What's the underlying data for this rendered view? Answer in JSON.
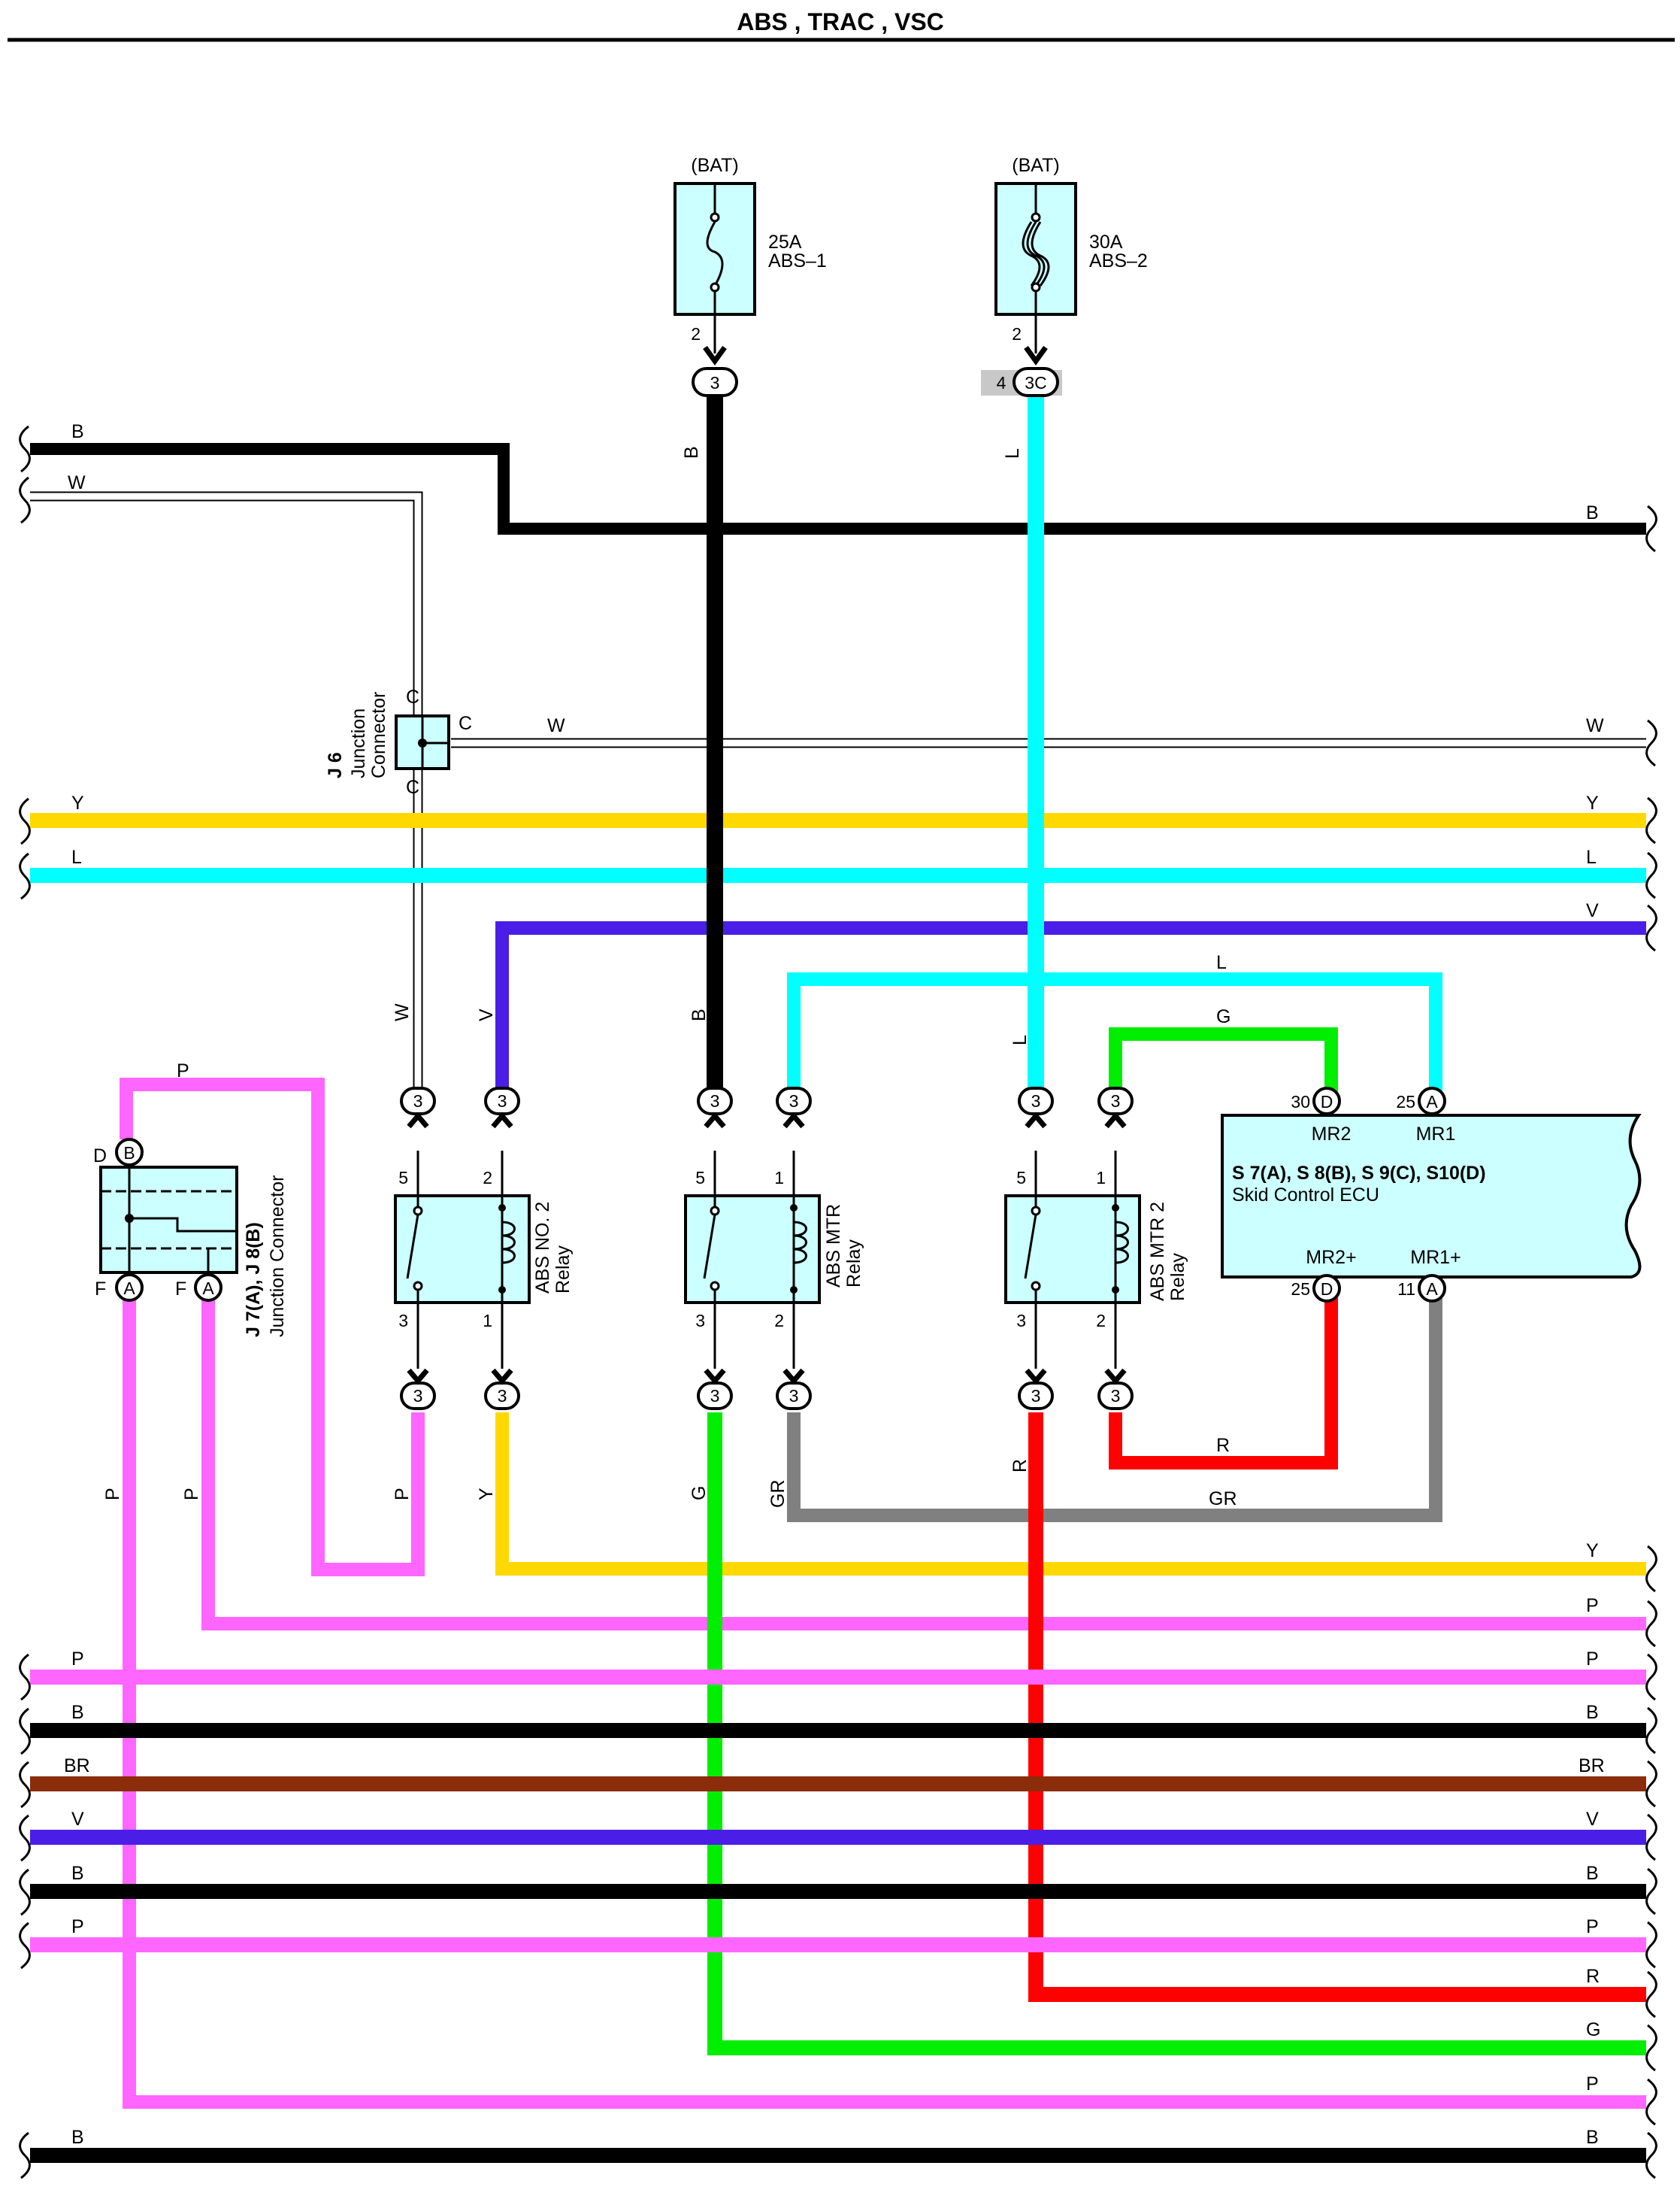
{
  "title": "ABS , TRAC , VSC",
  "colors": {
    "B": "#000000",
    "W": "#ffffff",
    "Y": "#ffd800",
    "L": "#00ffff",
    "V": "#4a1ee6",
    "P": "#ff66ff",
    "G": "#00ee00",
    "R": "#ff0000",
    "GR": "#808080",
    "BR": "#8b2c0a",
    "component_fill": "#ccffff",
    "highlight": "#c8c8c8"
  },
  "fuses": [
    {
      "source": "(BAT)",
      "rating": "25A",
      "name": "ABS–1",
      "pin": "2",
      "connector": "3",
      "connector_prefix": ""
    },
    {
      "source": "(BAT)",
      "rating": "30A",
      "name": "ABS–2",
      "pin": "2",
      "connector": "3C",
      "connector_prefix": "4"
    }
  ],
  "junctions": {
    "j6": {
      "id": "J 6",
      "name_line1": "Junction",
      "name_line2": "Connector",
      "pin_top": "C",
      "pin_right": "C",
      "pin_bottom": "C"
    },
    "j7j8": {
      "id": "J 7(A), J 8(B)",
      "name": "Junction Connector",
      "pin_top_label": "D",
      "pin_top_conn": "B",
      "pin_left_label": "F",
      "pin_left_conn": "A",
      "pin_right_label": "F",
      "pin_right_conn": "A"
    }
  },
  "relays": [
    {
      "name_line1": "ABS NO. 2",
      "name_line2": "Relay",
      "pin_tl": "5",
      "pin_tr": "2",
      "pin_bl": "3",
      "pin_br": "1",
      "connector": "3"
    },
    {
      "name_line1": "ABS MTR",
      "name_line2": "Relay",
      "pin_tl": "5",
      "pin_tr": "1",
      "pin_bl": "3",
      "pin_br": "2",
      "connector": "3"
    },
    {
      "name_line1": "ABS MTR 2",
      "name_line2": "Relay",
      "pin_tl": "5",
      "pin_tr": "1",
      "pin_bl": "3",
      "pin_br": "2",
      "connector": "3"
    }
  ],
  "ecu": {
    "connectors": "S 7(A), S 8(B), S 9(C), S10(D)",
    "name": "Skid Control ECU",
    "pins": {
      "mr2_num": "30",
      "mr2_conn": "D",
      "mr2_label": "MR2",
      "mr1_num": "25",
      "mr1_conn": "A",
      "mr1_label": "MR1",
      "mr2p_num": "25",
      "mr2p_conn": "D",
      "mr2p_label": "MR2+",
      "mr1p_num": "11",
      "mr1p_conn": "A",
      "mr1p_label": "MR1+"
    }
  },
  "wire_labels": {
    "B": "B",
    "W": "W",
    "Y": "Y",
    "L": "L",
    "V": "V",
    "P": "P",
    "G": "G",
    "R": "R",
    "GR": "GR",
    "BR": "BR"
  }
}
